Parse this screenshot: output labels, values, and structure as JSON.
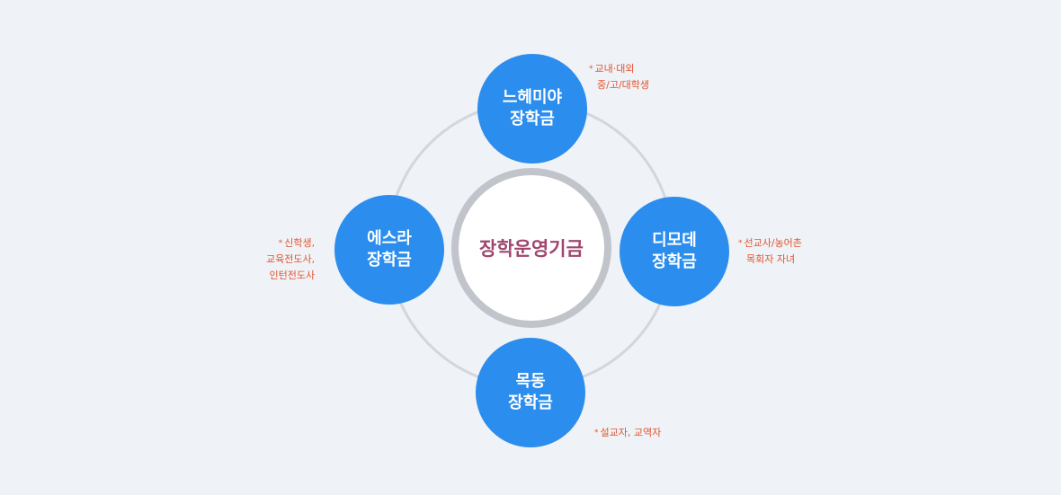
{
  "center": {
    "label": "장학운영기금"
  },
  "nodes": {
    "top": {
      "line1": "느헤미야",
      "line2": "장학금"
    },
    "left": {
      "line1": "에스라",
      "line2": "장학금"
    },
    "right": {
      "line1": "디모데",
      "line2": "장학금"
    },
    "bottom": {
      "line1": "목동",
      "line2": "장학금"
    }
  },
  "notes": {
    "marker": "*",
    "top": [
      "교내·대외",
      "중/고/대학생"
    ],
    "left": [
      "신학생,",
      "교육전도사,",
      "인턴전도사"
    ],
    "right": [
      "선교사/농어촌",
      "목회자 자녀"
    ],
    "bottom": [
      "설교자, 교역자"
    ]
  },
  "colors": {
    "background": "#eff2f7",
    "node": "#2b8ded",
    "center_text": "#a0466e",
    "center_border": "#c1c4ca",
    "ring": "#d3d6dc",
    "note": "#e2552f"
  }
}
